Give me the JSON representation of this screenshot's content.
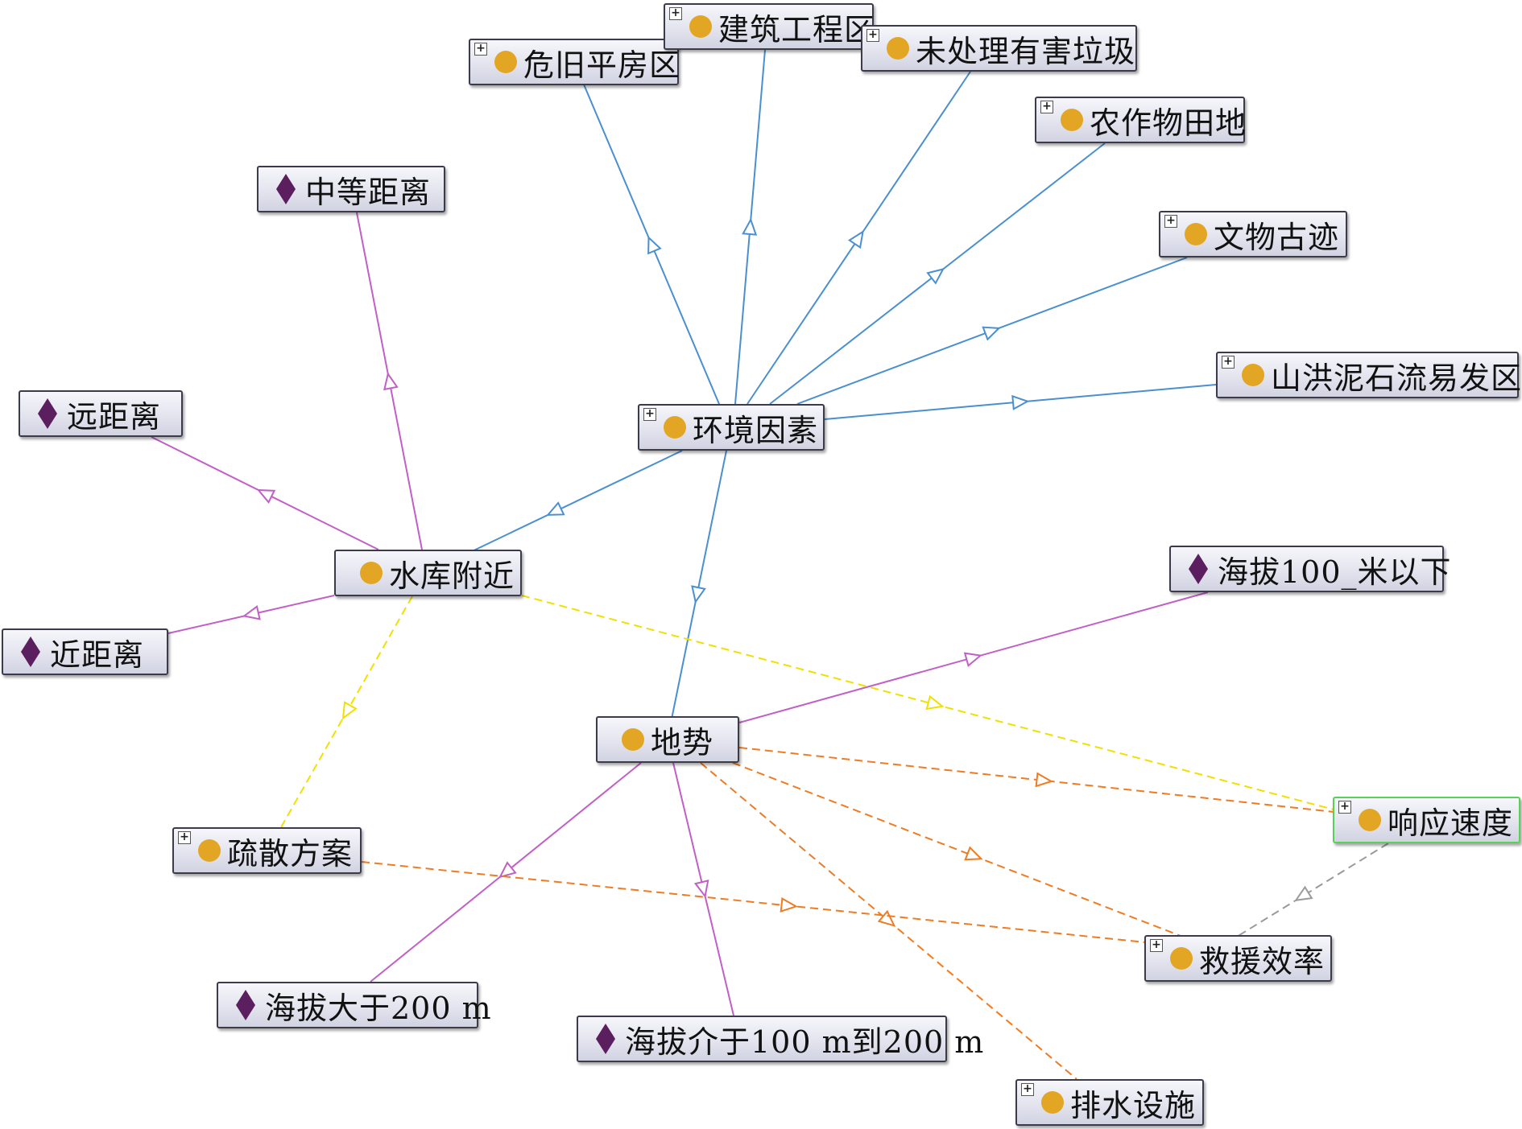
{
  "colors": {
    "subclass": "#4a8fd0",
    "individual": "#c15fc6",
    "property_yellow": "#f0e000",
    "property_orange": "#ef7b22",
    "property_gray": "#9a9a9a",
    "class_dot": "#e3a624",
    "individual_diamond": "#5b1e5e",
    "selected_border": "#5ad05a"
  },
  "nodes": {
    "weijiu": {
      "label": "危旧平房区",
      "kind": "class",
      "expand": "+",
      "icon": "class-dot-icon"
    },
    "jianzhu": {
      "label": "建筑工程区",
      "kind": "class",
      "expand": "+",
      "icon": "class-dot-icon"
    },
    "weichuli": {
      "label": "未处理有害垃圾",
      "kind": "class",
      "expand": "+",
      "icon": "class-dot-icon"
    },
    "nongzuowu": {
      "label": "农作物田地",
      "kind": "class",
      "expand": "+",
      "icon": "class-dot-icon"
    },
    "wenwu": {
      "label": "文物古迹",
      "kind": "class",
      "expand": "+",
      "icon": "class-dot-icon"
    },
    "shanhong": {
      "label": "山洪泥石流易发区",
      "kind": "class",
      "expand": "+",
      "icon": "class-dot-icon"
    },
    "huanjing": {
      "label": "环境因素",
      "kind": "class",
      "expand": "+",
      "icon": "class-dot-icon"
    },
    "zhongdeng": {
      "label": "中等距离",
      "kind": "individual",
      "icon": "individual-diamond-icon"
    },
    "yuanjuli": {
      "label": "远距离",
      "kind": "individual",
      "icon": "individual-diamond-icon"
    },
    "shuiku": {
      "label": "水库附近",
      "kind": "class",
      "icon": "class-dot-icon"
    },
    "jinjuli": {
      "label": "近距离",
      "kind": "individual",
      "icon": "individual-diamond-icon"
    },
    "haiba100": {
      "label": "海拔100_米以下",
      "kind": "individual",
      "icon": "individual-diamond-icon"
    },
    "dishi": {
      "label": "地势",
      "kind": "class",
      "icon": "class-dot-icon"
    },
    "xiangying": {
      "label": "响应速度",
      "kind": "class",
      "expand": "+",
      "icon": "class-dot-icon",
      "selected": true
    },
    "shusan": {
      "label": "疏散方案",
      "kind": "class",
      "expand": "+",
      "icon": "class-dot-icon"
    },
    "jiuyuan": {
      "label": "救援效率",
      "kind": "class",
      "expand": "+",
      "icon": "class-dot-icon"
    },
    "haiba200": {
      "label": "海拔大于200 m",
      "kind": "individual",
      "icon": "individual-diamond-icon"
    },
    "haiba100_200": {
      "label": "海拔介于100 m到200 m",
      "kind": "individual",
      "icon": "individual-diamond-icon"
    },
    "paishui": {
      "label": "排水设施",
      "kind": "class",
      "expand": "+",
      "icon": "class-dot-icon"
    }
  },
  "edges": [
    {
      "from": "huanjing",
      "to": "weijiu",
      "type": "subclass"
    },
    {
      "from": "huanjing",
      "to": "jianzhu",
      "type": "subclass"
    },
    {
      "from": "huanjing",
      "to": "weichuli",
      "type": "subclass"
    },
    {
      "from": "huanjing",
      "to": "nongzuowu",
      "type": "subclass"
    },
    {
      "from": "huanjing",
      "to": "wenwu",
      "type": "subclass"
    },
    {
      "from": "huanjing",
      "to": "shanhong",
      "type": "subclass"
    },
    {
      "from": "huanjing",
      "to": "shuiku",
      "type": "subclass"
    },
    {
      "from": "huanjing",
      "to": "dishi",
      "type": "subclass"
    },
    {
      "from": "shuiku",
      "to": "zhongdeng",
      "type": "individual"
    },
    {
      "from": "shuiku",
      "to": "yuanjuli",
      "type": "individual"
    },
    {
      "from": "shuiku",
      "to": "jinjuli",
      "type": "individual"
    },
    {
      "from": "dishi",
      "to": "haiba100",
      "type": "individual"
    },
    {
      "from": "dishi",
      "to": "haiba200",
      "type": "individual"
    },
    {
      "from": "dishi",
      "to": "haiba100_200",
      "type": "individual"
    },
    {
      "from": "shuiku",
      "to": "shusan",
      "type": "property_yellow"
    },
    {
      "from": "shuiku",
      "to": "xiangying",
      "type": "property_yellow"
    },
    {
      "from": "dishi",
      "to": "xiangying",
      "type": "property_orange"
    },
    {
      "from": "dishi",
      "to": "jiuyuan",
      "type": "property_orange"
    },
    {
      "from": "dishi",
      "to": "paishui",
      "type": "property_orange"
    },
    {
      "from": "shusan",
      "to": "jiuyuan",
      "type": "property_orange"
    },
    {
      "from": "xiangying",
      "to": "jiuyuan",
      "type": "property_gray"
    }
  ]
}
